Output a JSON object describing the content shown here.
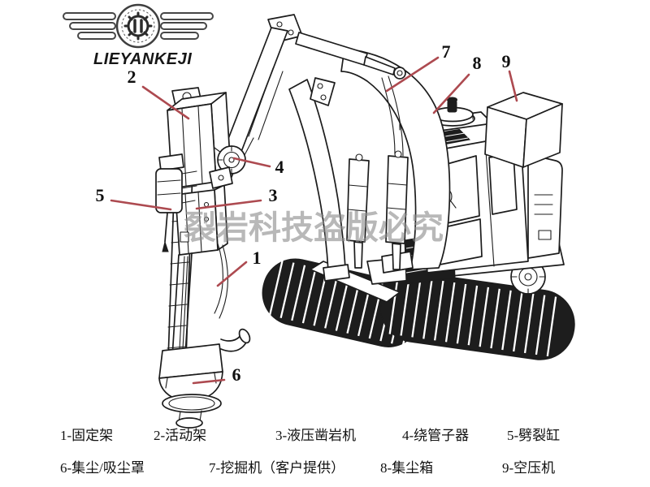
{
  "logo": {
    "brand": "LIEYANKEJI",
    "emblem": "wings-gear-badge"
  },
  "watermark": {
    "text": "裂岩科技盗版必究",
    "color": "#8d8d8d"
  },
  "colors": {
    "leader_line": "#ad4a50",
    "line_art": "#1c1c1c",
    "background": "#ffffff"
  },
  "callouts": [
    "1",
    "2",
    "3",
    "4",
    "5",
    "6",
    "7",
    "8",
    "9"
  ],
  "legend": {
    "row1": [
      "1-固定架",
      "2-活动架",
      "3-液压凿岩机",
      "4-绕管子器",
      "5-劈裂缸"
    ],
    "row2": [
      "6-集尘/吸尘罩",
      "7-挖掘机（客户提供）",
      "8-集尘箱",
      "9-空压机"
    ]
  }
}
